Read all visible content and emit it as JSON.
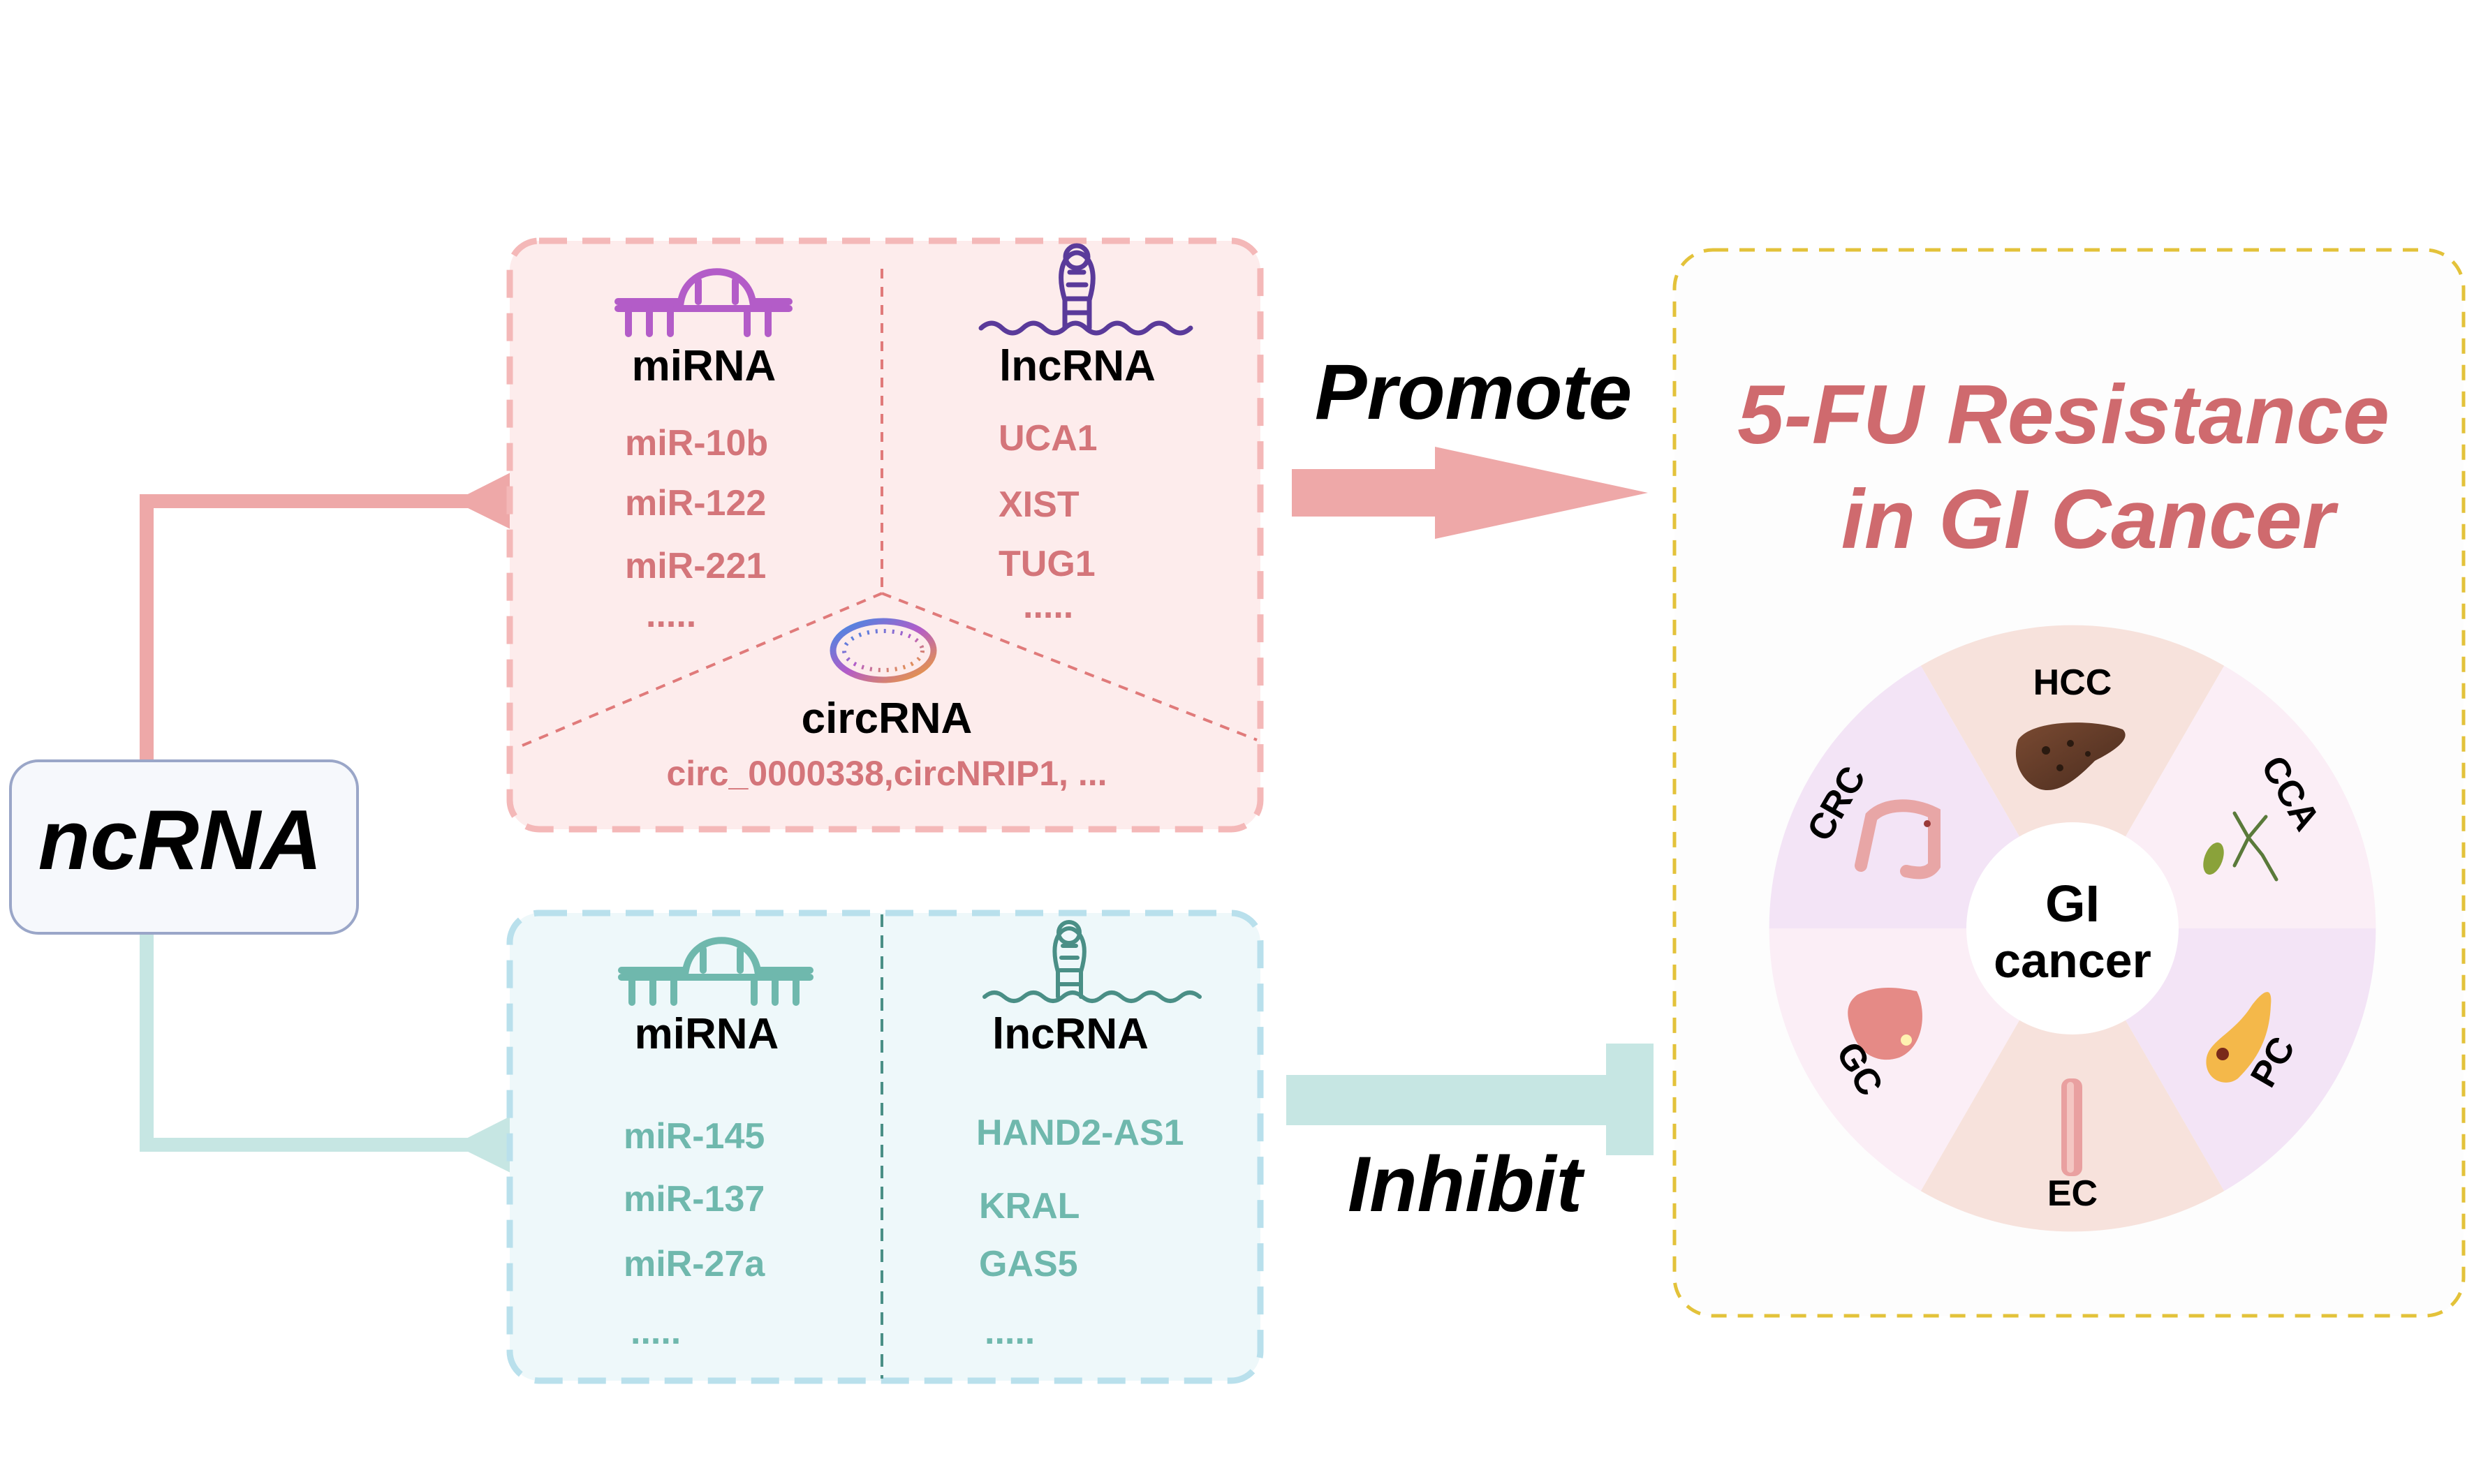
{
  "ncrna": {
    "label": "ncRNA"
  },
  "promote_box": {
    "mirna": {
      "title": "miRNA",
      "items": [
        "miR-10b",
        "miR-122",
        "miR-221",
        "....."
      ]
    },
    "lncrna": {
      "title": "lncRNA",
      "items": [
        "UCA1",
        "XIST",
        "TUG1",
        "....."
      ]
    },
    "circrna": {
      "title": "circRNA",
      "items": "circ_0000338,circNRIP1, ..."
    }
  },
  "inhibit_box": {
    "mirna": {
      "title": "miRNA",
      "items": [
        "miR-145",
        "miR-137",
        "miR-27a",
        "....."
      ]
    },
    "lncrna": {
      "title": "lncRNA",
      "items": [
        "HAND2-AS1",
        "KRAL",
        "GAS5",
        "....."
      ]
    }
  },
  "arrows": {
    "promote": "Promote",
    "inhibit": "Inhibit"
  },
  "result": {
    "title_line1": "5-FU Resistance",
    "title_line2": "in GI Cancer",
    "center_line1": "GI",
    "center_line2": "cancer",
    "segments": [
      "HCC",
      "CCA",
      "PC",
      "EC",
      "GC",
      "CRC"
    ]
  },
  "colors": {
    "promote": "#d4757a",
    "promote_light": "#fdecec",
    "promote_arrow": "#eea8a8",
    "inhibit": "#6fb8ad",
    "inhibit_light": "#eef8fa",
    "inhibit_arrow": "#c6e6e3",
    "mirna_icon": "#b35cc8",
    "lncrna_icon": "#5a3a9a",
    "result_border": "#e3c23a",
    "title_red": "#cf6a6e"
  }
}
